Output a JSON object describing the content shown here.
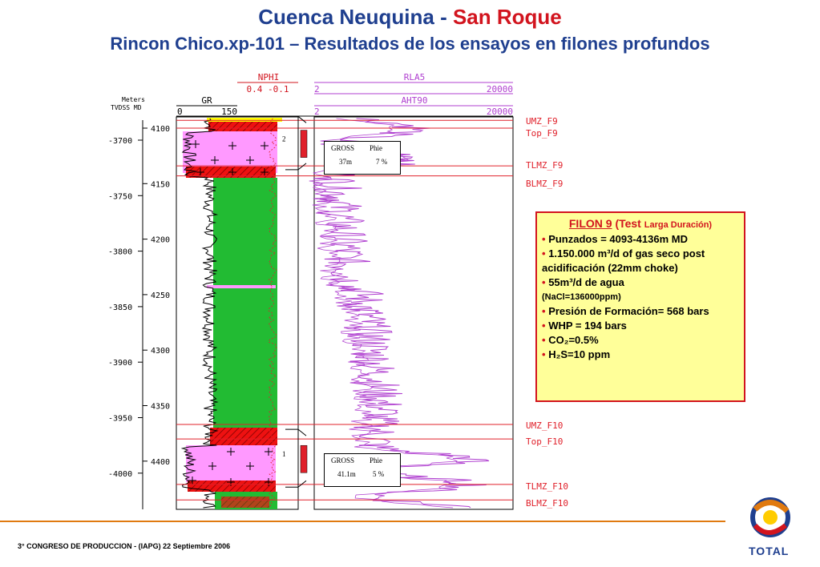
{
  "header": {
    "title_part1": "Cuenca Neuquina - ",
    "title_part2": "San Roque",
    "subtitle": "Rincon Chico.xp-101 – Resultados de los ensayos en filones profundos"
  },
  "depth_track": {
    "units_label": "Meters",
    "columns_label": "TVDSS  MD",
    "md_ticks": [
      4100,
      4150,
      4200,
      4250,
      4300,
      4350,
      4400
    ],
    "tvdss_ticks": [
      -3700,
      -3750,
      -3800,
      -3850,
      -3900,
      -3950,
      -4000
    ]
  },
  "curve_headers": {
    "nphi_name": "NPHI",
    "nphi_range": "0.4 -0.1",
    "gr_name": "GR",
    "gr_min": "0",
    "gr_max": "150",
    "rla5_name": "RLA5",
    "rla5_min": "2",
    "rla5_max": "20000",
    "aht90_name": "AHT90",
    "aht90_min": "2",
    "aht90_max": "20000"
  },
  "markers": [
    {
      "name": "UMZ_F9",
      "md": 4093
    },
    {
      "name": "Top_F9",
      "md": 4100
    },
    {
      "name": "TLMZ_F9",
      "md": 4134
    },
    {
      "name": "BLMZ_F9",
      "md": 4143
    },
    {
      "name": "UMZ_F10",
      "md": 4367
    },
    {
      "name": "Top_F10",
      "md": 4380
    },
    {
      "name": "TLMZ_F10",
      "md": 4421
    },
    {
      "name": "BLMZ_F10",
      "md": 4435
    }
  ],
  "test_intervals": [
    {
      "label": "2",
      "top_md": 4093,
      "base_md": 4136,
      "gross_label": "GROSS",
      "phie_label": "Phie",
      "gross": "37m",
      "phie": "7 %"
    },
    {
      "label": "1",
      "top_md": 4375,
      "base_md": 4422,
      "gross_label": "GROSS",
      "phie_label": "Phie",
      "gross": "41.1m",
      "phie": "5 %"
    }
  ],
  "test_box": {
    "filon": "FILON 9",
    "test_open": "(Test",
    "test_type": "Larga Duración)",
    "items": [
      "Punzados = 4093-4136m MD",
      "1.150.000 m³/d of gas seco post acidificación (22mm choke)",
      "55m³/d de agua",
      "(NaCl=136000ppm)",
      "Presión de Formación= 568 bars",
      "WHP = 194 bars",
      "CO₂=0.5%",
      "H₂S=10 ppm"
    ]
  },
  "colors": {
    "title_blue": "#1f3f8f",
    "title_red": "#d2141e",
    "curve_magenta": "#b040d0",
    "marker_red": "#e0202a",
    "sand_green": "#22bb33",
    "pink_zone": "#ff99ff",
    "hatch_red": "#ee1111",
    "yellow_top": "#ffff00",
    "box_fill": "#ffff99",
    "footer_line": "#e07a10"
  },
  "footer": {
    "text": "3° CONGRESO DE PRODUCCION - (IAPG) 22 Septiembre 2006",
    "logo_text": "TOTAL"
  }
}
